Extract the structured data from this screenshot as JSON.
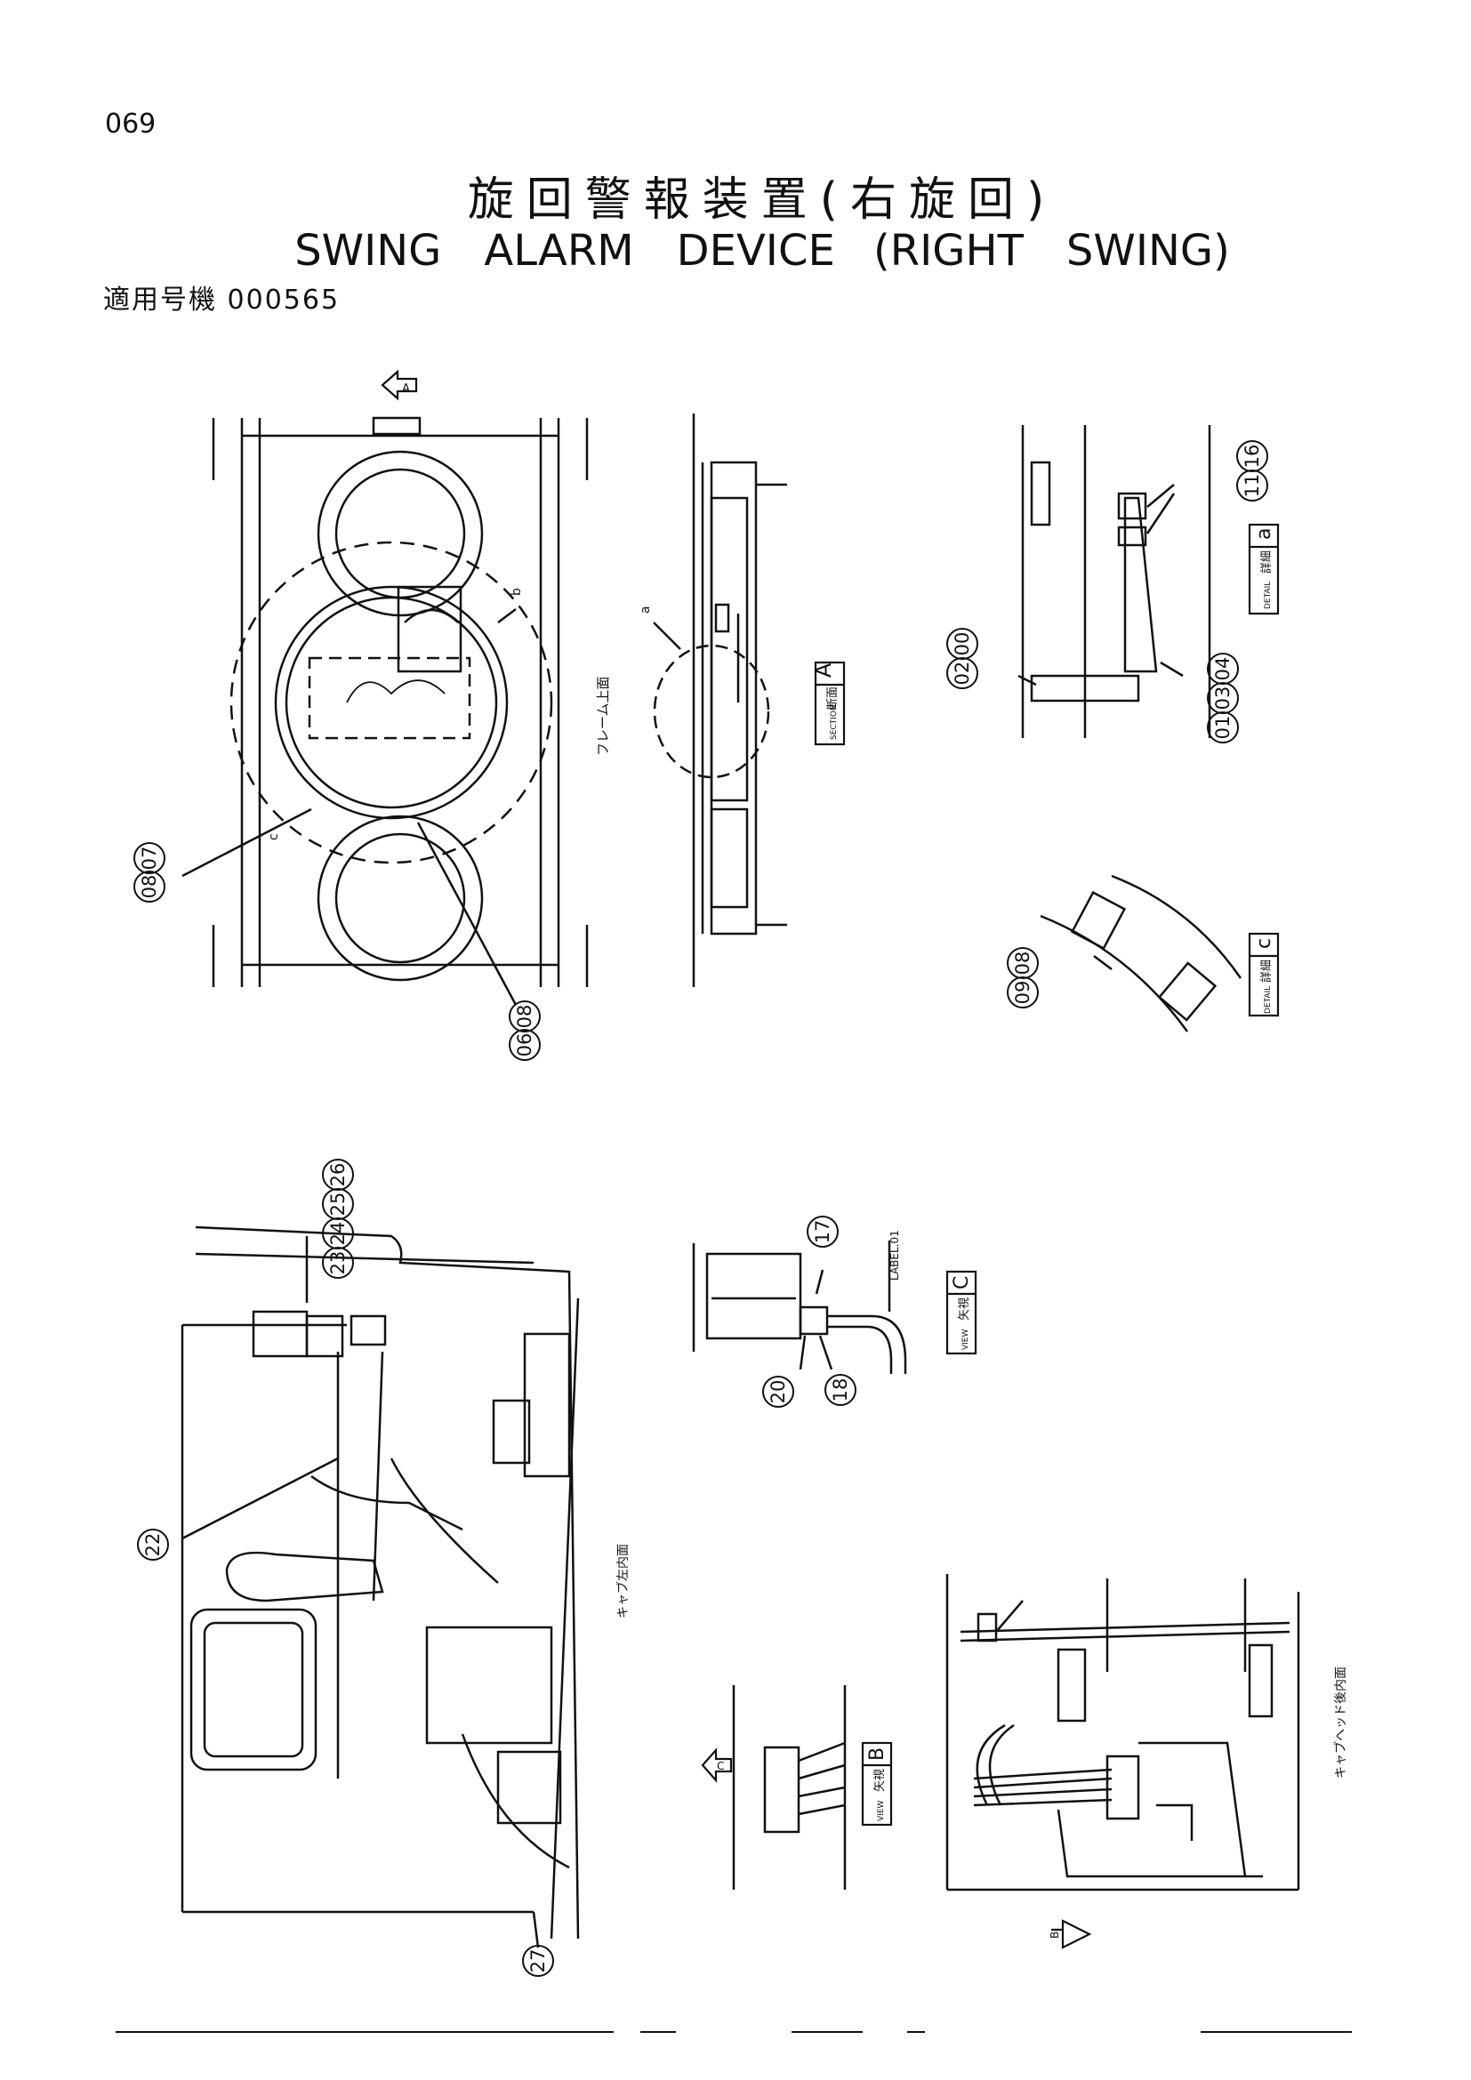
{
  "header": {
    "page_number": "069",
    "title_jp": "旋回警報装置(右旋回)",
    "title_en": "SWING　ALARM　DEVICE (RIGHT　SWING)",
    "serial_label": "適用号機 000565"
  },
  "views": {
    "frame_top": "フレーム上面",
    "section_a": {
      "jp": "断面",
      "en": "SECTION",
      "letter": "A"
    },
    "detail_a": {
      "jp": "詳細",
      "en": "DETAIL",
      "letter": "a"
    },
    "detail_c": {
      "jp": "詳細",
      "en": "DETAIL",
      "letter": "c"
    },
    "view_c": {
      "jp": "矢視",
      "en": "VIEW",
      "letter": "C"
    },
    "view_b": {
      "jp": "矢視",
      "en": "VIEW",
      "letter": "B"
    },
    "cab_left": "キャブ左内面",
    "cab_rear": "キャブヘッド後内面",
    "label_callout": "LABEL.01",
    "arrow_a": "A",
    "arrow_b": "B",
    "arrow_c": "C",
    "leader_a": "a",
    "leader_b": "b",
    "leader_c": "c"
  },
  "callouts": {
    "c0807": [
      "08",
      "07"
    ],
    "c0608": [
      "06",
      "08"
    ],
    "c0200": [
      "02",
      "00"
    ],
    "c010304": [
      "01",
      "03",
      "04"
    ],
    "c1116": [
      "11",
      "16"
    ],
    "c0908": [
      "09",
      "08"
    ],
    "c17": [
      "17"
    ],
    "c20": [
      "20"
    ],
    "c18": [
      "18"
    ],
    "c22": [
      "22"
    ],
    "c23242526": [
      "23",
      "24",
      "25",
      "26"
    ],
    "c27": [
      "27"
    ]
  }
}
